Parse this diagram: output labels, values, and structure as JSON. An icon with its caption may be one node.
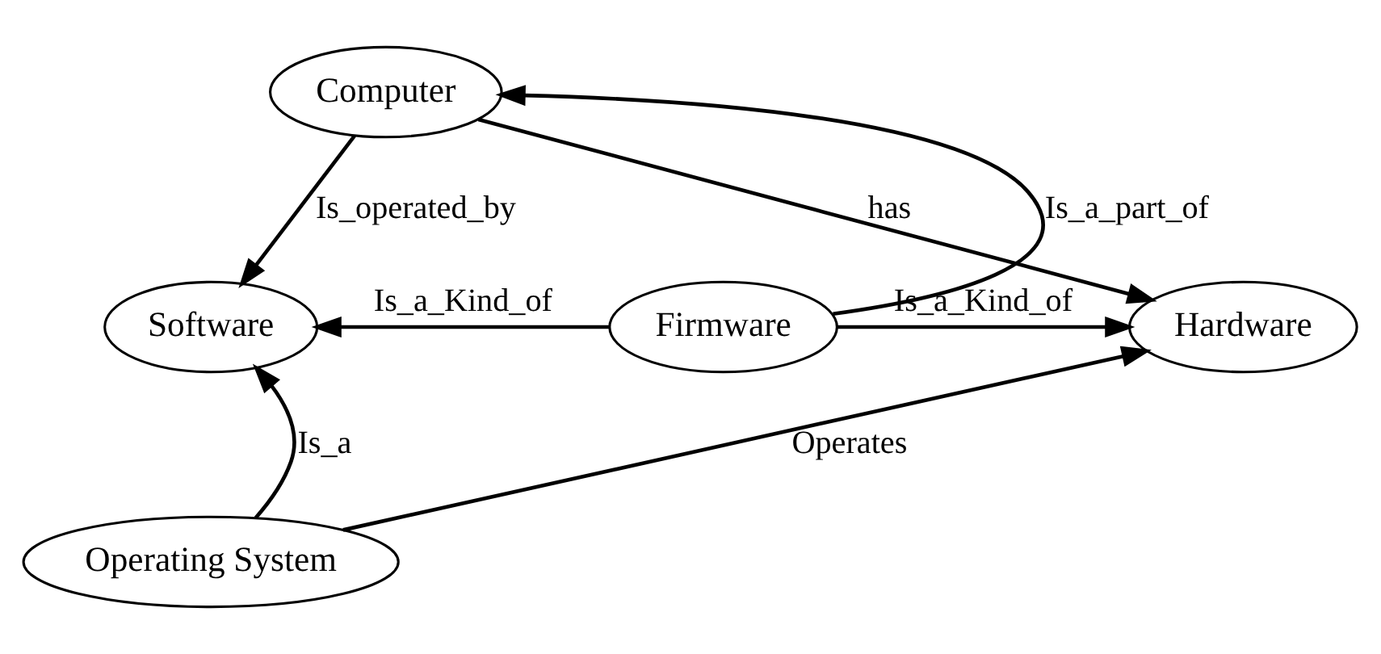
{
  "diagram": {
    "nodes": [
      {
        "text": [
          "Computer"
        ]
      },
      {
        "text": [
          "Software"
        ]
      },
      {
        "text": [
          "Firmware"
        ]
      },
      {
        "text": [
          "Hardware"
        ]
      },
      {
        "text": [
          "Operating System"
        ]
      }
    ],
    "edges": [
      {
        "from": 0,
        "to": 1,
        "arrow": "to",
        "label": "Is_operated_by"
      },
      {
        "from": 0,
        "to": 3,
        "arrow": "to",
        "label": "has"
      },
      {
        "from": 2,
        "to": 0,
        "arrow": "to",
        "label": "Is_a_part_of"
      },
      {
        "from": 2,
        "to": 1,
        "arrow": "to",
        "label": "Is_a_Kind_of"
      },
      {
        "from": 2,
        "to": 3,
        "arrow": "to",
        "label": "Is_a_Kind_of"
      },
      {
        "from": 4,
        "to": 1,
        "arrow": "to",
        "label": "Is_a"
      },
      {
        "from": 4,
        "to": 3,
        "arrow": "to",
        "label": "Operates"
      }
    ]
  }
}
